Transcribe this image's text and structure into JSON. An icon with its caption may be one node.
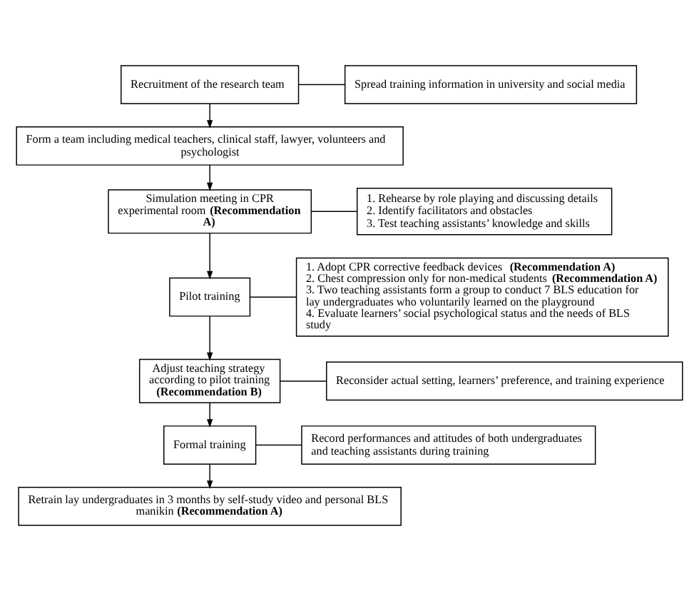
{
  "diagram": {
    "nodes": [
      {
        "text": [
          "Recruitment of the research team"
        ]
      },
      {
        "text": [
          "Spread training information in university and social media"
        ]
      },
      {
        "text": [
          "Form a team including medical teachers, clinical staff, lawyer, volunteers and psychologist"
        ]
      },
      {
        "text": [
          "Simulation meeting in CPR experimental room **(Recommendation A)**"
        ]
      },
      {
        "text": [
          "1. Rehearse by role playing and discussing details",
          "2. Identify facilitators and obstacles",
          "3. Test teaching assistants’ knowledge and skills"
        ]
      },
      {
        "text": [
          "Pilot training"
        ]
      },
      {
        "text": [
          "1. Adopt CPR corrective feedback devices **(Recommendation A)**",
          "2. Chest compression only for non-medical students **(Recommendation A)**",
          "3. Two teaching assistants form a group to conduct 7 BLS education for lay undergraduates who voluntarily learned on the playground",
          "4. Evaluate learners’ social psychological status and the needs of BLS study"
        ]
      },
      {
        "text": [
          "Adjust teaching strategy according to pilot training **(Recommendation B)**"
        ]
      },
      {
        "text": [
          "Reconsider actual setting, learners’ preference, and training experience"
        ]
      },
      {
        "text": [
          "Formal training"
        ]
      },
      {
        "text": [
          "Record performances and attitudes of both undergraduates and teaching assistants during training"
        ]
      },
      {
        "text": [
          "Retrain lay undergraduates in 3 months by self-study video and personal BLS manikin **(Recommendation A)**"
        ]
      }
    ],
    "edges": [
      {
        "from": 0,
        "to": 1,
        "arrow": "none"
      },
      {
        "from": 0,
        "to": 2,
        "arrow": "to"
      },
      {
        "from": 2,
        "to": 3,
        "arrow": "to"
      },
      {
        "from": 3,
        "to": 4,
        "arrow": "none"
      },
      {
        "from": 3,
        "to": 5,
        "arrow": "to"
      },
      {
        "from": 5,
        "to": 6,
        "arrow": "none"
      },
      {
        "from": 5,
        "to": 7,
        "arrow": "to"
      },
      {
        "from": 7,
        "to": 8,
        "arrow": "none"
      },
      {
        "from": 7,
        "to": 9,
        "arrow": "to"
      },
      {
        "from": 9,
        "to": 10,
        "arrow": "none"
      },
      {
        "from": 9,
        "to": 11,
        "arrow": "to"
      }
    ]
  }
}
